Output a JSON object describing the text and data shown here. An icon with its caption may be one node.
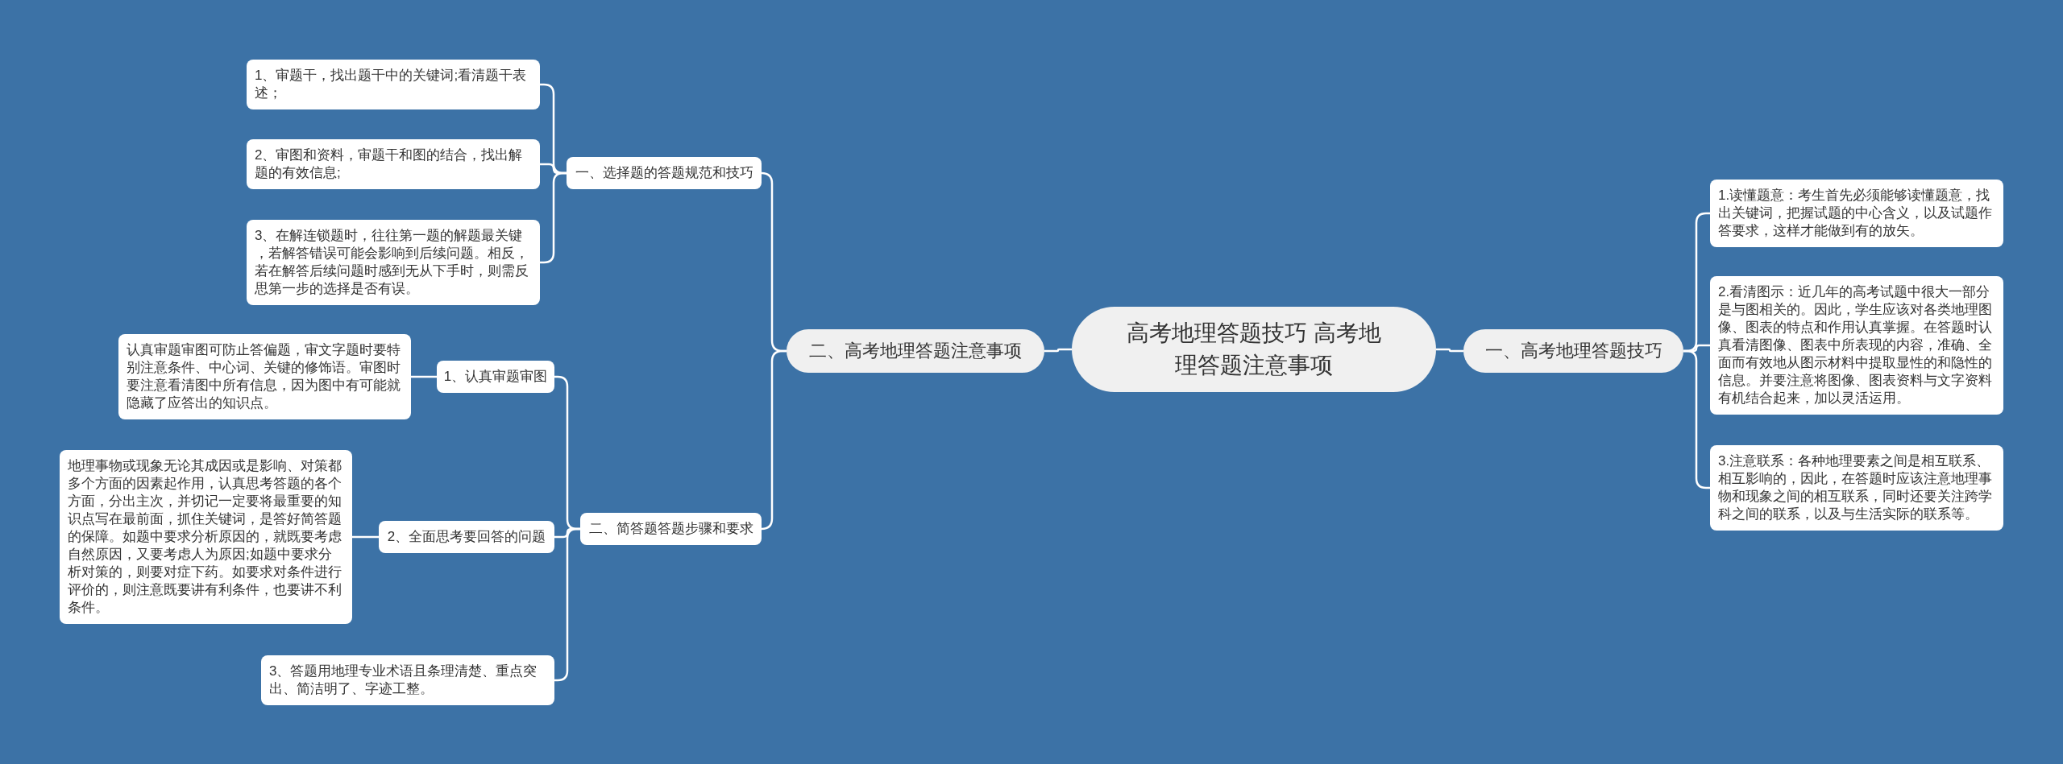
{
  "diagram": {
    "nodes": [
      {
        "text": [
          "高考地理答题技巧 高考地理答题注意事项"
        ]
      },
      {
        "text": [
          "一、高考地理答题技巧"
        ]
      },
      {
        "text": [
          "1.读懂题意：考生首先必须能够读懂题意，找出关键词，把握试题的中心含义，以及试题作答要求，这样才能做到有的放矢。"
        ]
      },
      {
        "text": [
          "2.看清图示：近几年的高考试题中很大一部分是与图相关的。因此，学生应该对各类地理图像、图表的特点和作用认真掌握。在答题时认真看清图像、图表中所表现的内容，准确、全面而有效地从图示材料中提取显性的和隐性的信息。并要注意将图像、图表资料与文字资料有机结合起来，加以灵活运用。"
        ]
      },
      {
        "text": [
          "3.注意联系：各种地理要素之间是相互联系、相互影响的，因此，在答题时应该注意地理事物和现象之间的相互联系，同时还要关注跨学科之间的联系，以及与生活实际的联系等。"
        ]
      },
      {
        "text": [
          "二、高考地理答题注意事项"
        ]
      },
      {
        "text": [
          "一、选择题的答题规范和技巧"
        ]
      },
      {
        "text": [
          "1、审题干，找出题干中的关键词;看清题干表述；"
        ]
      },
      {
        "text": [
          "2、审图和资料，审题干和图的结合，找出解题的有效信息;"
        ]
      },
      {
        "text": [
          "3、在解连锁题时，往往第一题的解题最关键，若解答错误可能会影响到后续问题。相反，若在解答后续问题时感到无从下手时，则需反思第一步的选择是否有误。"
        ]
      },
      {
        "text": [
          "二、简答题答题步骤和要求"
        ]
      },
      {
        "text": [
          "1、认真审题审图"
        ]
      },
      {
        "text": [
          "认真审题审图可防止答偏题，审文字题时要特别注意条件、中心词、关键的修饰语。审图时要注意看清图中所有信息，因为图中有可能就隐藏了应答出的知识点。"
        ]
      },
      {
        "text": [
          "2、全面思考要回答的问题"
        ]
      },
      {
        "text": [
          "地理事物或现象无论其成因或是影响、对策都多个方面的因素起作用，认真思考答题的各个方面，分出主次，并切记一定要将最重要的知识点写在最前面，抓住关键词，是答好简答题的保障。如题中要求分析原因的，就既要考虑自然原因，又要考虑人为原因;如题中要求分析对策的，则要对症下药。如要求对条件进行评价的，则注意既要讲有利条件，也要讲不利条件。"
        ]
      },
      {
        "text": [
          "3、答题用地理专业术语且条理清楚、重点突出、简洁明了、字迹工整。"
        ]
      }
    ],
    "edges": [
      {
        "from": 0,
        "to": 1,
        "arrow": "none"
      },
      {
        "from": 1,
        "to": 2,
        "arrow": "none"
      },
      {
        "from": 1,
        "to": 3,
        "arrow": "none"
      },
      {
        "from": 1,
        "to": 4,
        "arrow": "none"
      },
      {
        "from": 0,
        "to": 5,
        "arrow": "none"
      },
      {
        "from": 5,
        "to": 6,
        "arrow": "none"
      },
      {
        "from": 6,
        "to": 7,
        "arrow": "none"
      },
      {
        "from": 6,
        "to": 8,
        "arrow": "none"
      },
      {
        "from": 6,
        "to": 9,
        "arrow": "none"
      },
      {
        "from": 5,
        "to": 10,
        "arrow": "none"
      },
      {
        "from": 10,
        "to": 11,
        "arrow": "none"
      },
      {
        "from": 11,
        "to": 12,
        "arrow": "none"
      },
      {
        "from": 10,
        "to": 13,
        "arrow": "none"
      },
      {
        "from": 13,
        "to": 14,
        "arrow": "none"
      },
      {
        "from": 10,
        "to": 15,
        "arrow": "none"
      }
    ]
  }
}
